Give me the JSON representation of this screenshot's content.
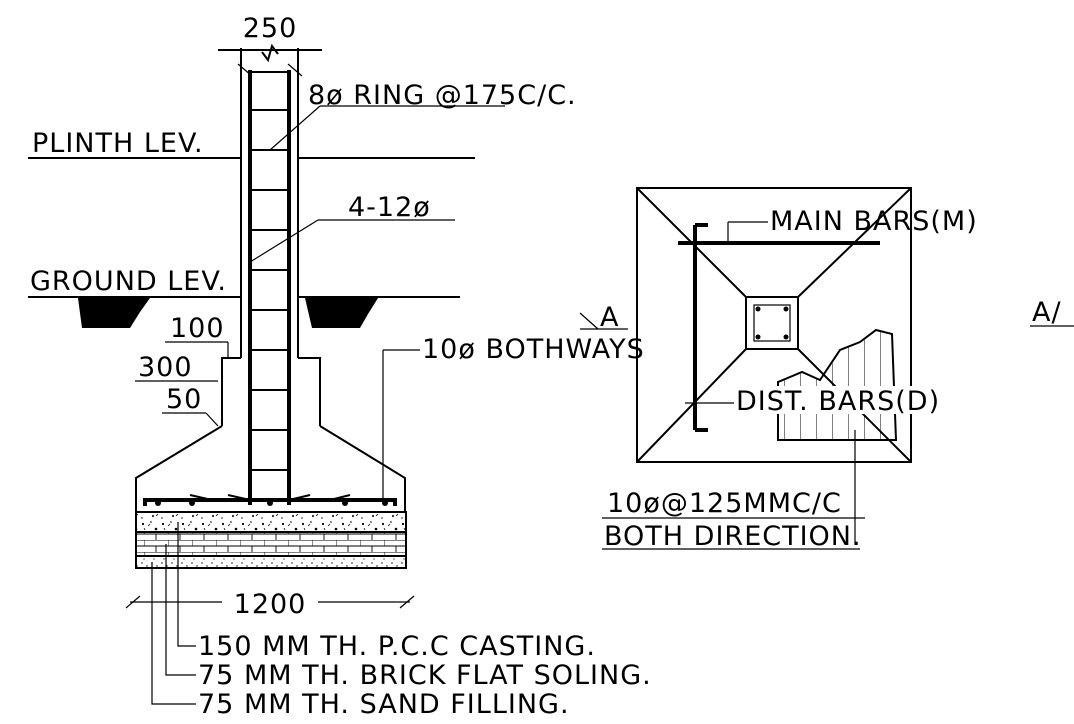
{
  "labels": {
    "col_width": "250",
    "ring": "8ø RING @175C/C.",
    "plinth": "PLINTH LEV.",
    "bars": "4-12ø",
    "ground": "GROUND LEV.",
    "dim100": "100",
    "dim300": "300",
    "dim50": "50",
    "bothways": "10ø BOTHWAYS",
    "footing_width": "1200",
    "pcc": "150 MM TH. P.C.C CASTING.",
    "brick": "75 MM TH. BRICK FLAT SOLING.",
    "sand": "75 MM TH. SAND FILLING.",
    "section_a": "A",
    "main_bars": "MAIN BARS(M)",
    "dist_bars": "DIST. BARS(D)",
    "spacing1": "10ø@125MMC/C",
    "spacing2": "BOTH DIRECTION.",
    "section_a_right": "A/"
  }
}
